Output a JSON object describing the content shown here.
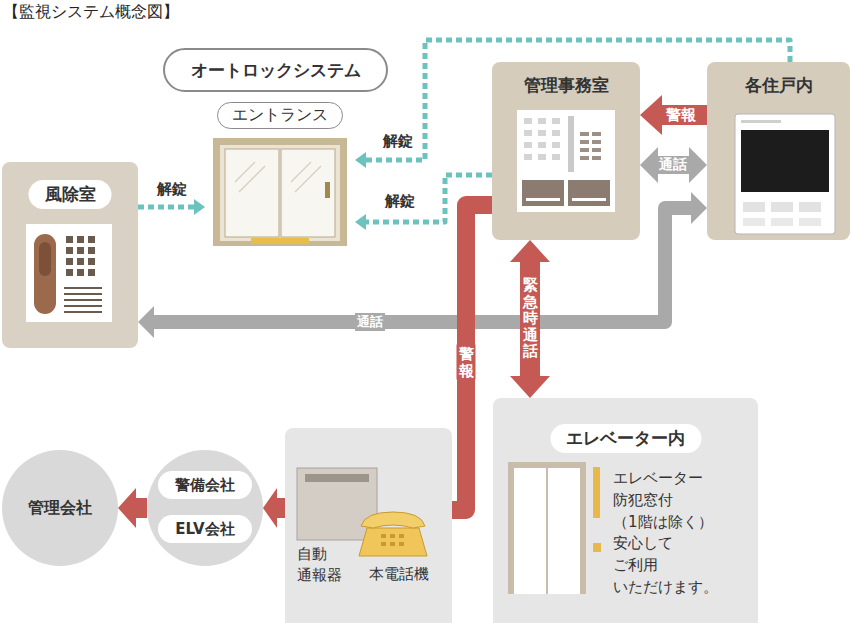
{
  "diagram": {
    "title": "【監視システム概念図】",
    "nodes": [
      {
        "text": [
          "オートロックシステム"
        ]
      },
      {
        "text": [
          "エントランス"
        ]
      },
      {
        "text": [
          "風除室"
        ]
      },
      {
        "text": [
          "管理事務室"
        ]
      },
      {
        "text": [
          "各住戸内"
        ]
      },
      {
        "text": [
          "エレベーター内",
          "エレベーター 防犯窓付 （1階は除く） 安心して ご利用 いただけます。"
        ]
      },
      {
        "text": [
          "自動 通報器",
          "本電話機"
        ]
      },
      {
        "text": []
      },
      {
        "text": [
          "警備会社"
        ],
        "in": 7
      },
      {
        "text": [
          "ELV会社"
        ],
        "in": 7
      },
      {
        "text": [
          "管理会社"
        ]
      }
    ],
    "edges": [
      {
        "from": 2,
        "to": 1,
        "arrow": "to",
        "label": "解錠"
      },
      {
        "from": 3,
        "to": 1,
        "arrow": "to",
        "label": "解錠"
      },
      {
        "from": 4,
        "to": 1,
        "arrow": "to",
        "label": "解錠"
      },
      {
        "from": 4,
        "to": 3,
        "arrow": "to",
        "label": "警報"
      },
      {
        "from": 3,
        "to": 4,
        "arrow": "both",
        "label": "通話"
      },
      {
        "from": 4,
        "to": 2,
        "arrow": "both",
        "label": "通話"
      },
      {
        "from": 3,
        "to": 6,
        "arrow": "none",
        "label": "警報"
      },
      {
        "from": 3,
        "to": 5,
        "arrow": "both",
        "label": "緊急時通話"
      },
      {
        "from": 6,
        "to": 7,
        "arrow": "to"
      },
      {
        "from": 7,
        "to": 10,
        "arrow": "to"
      }
    ]
  }
}
